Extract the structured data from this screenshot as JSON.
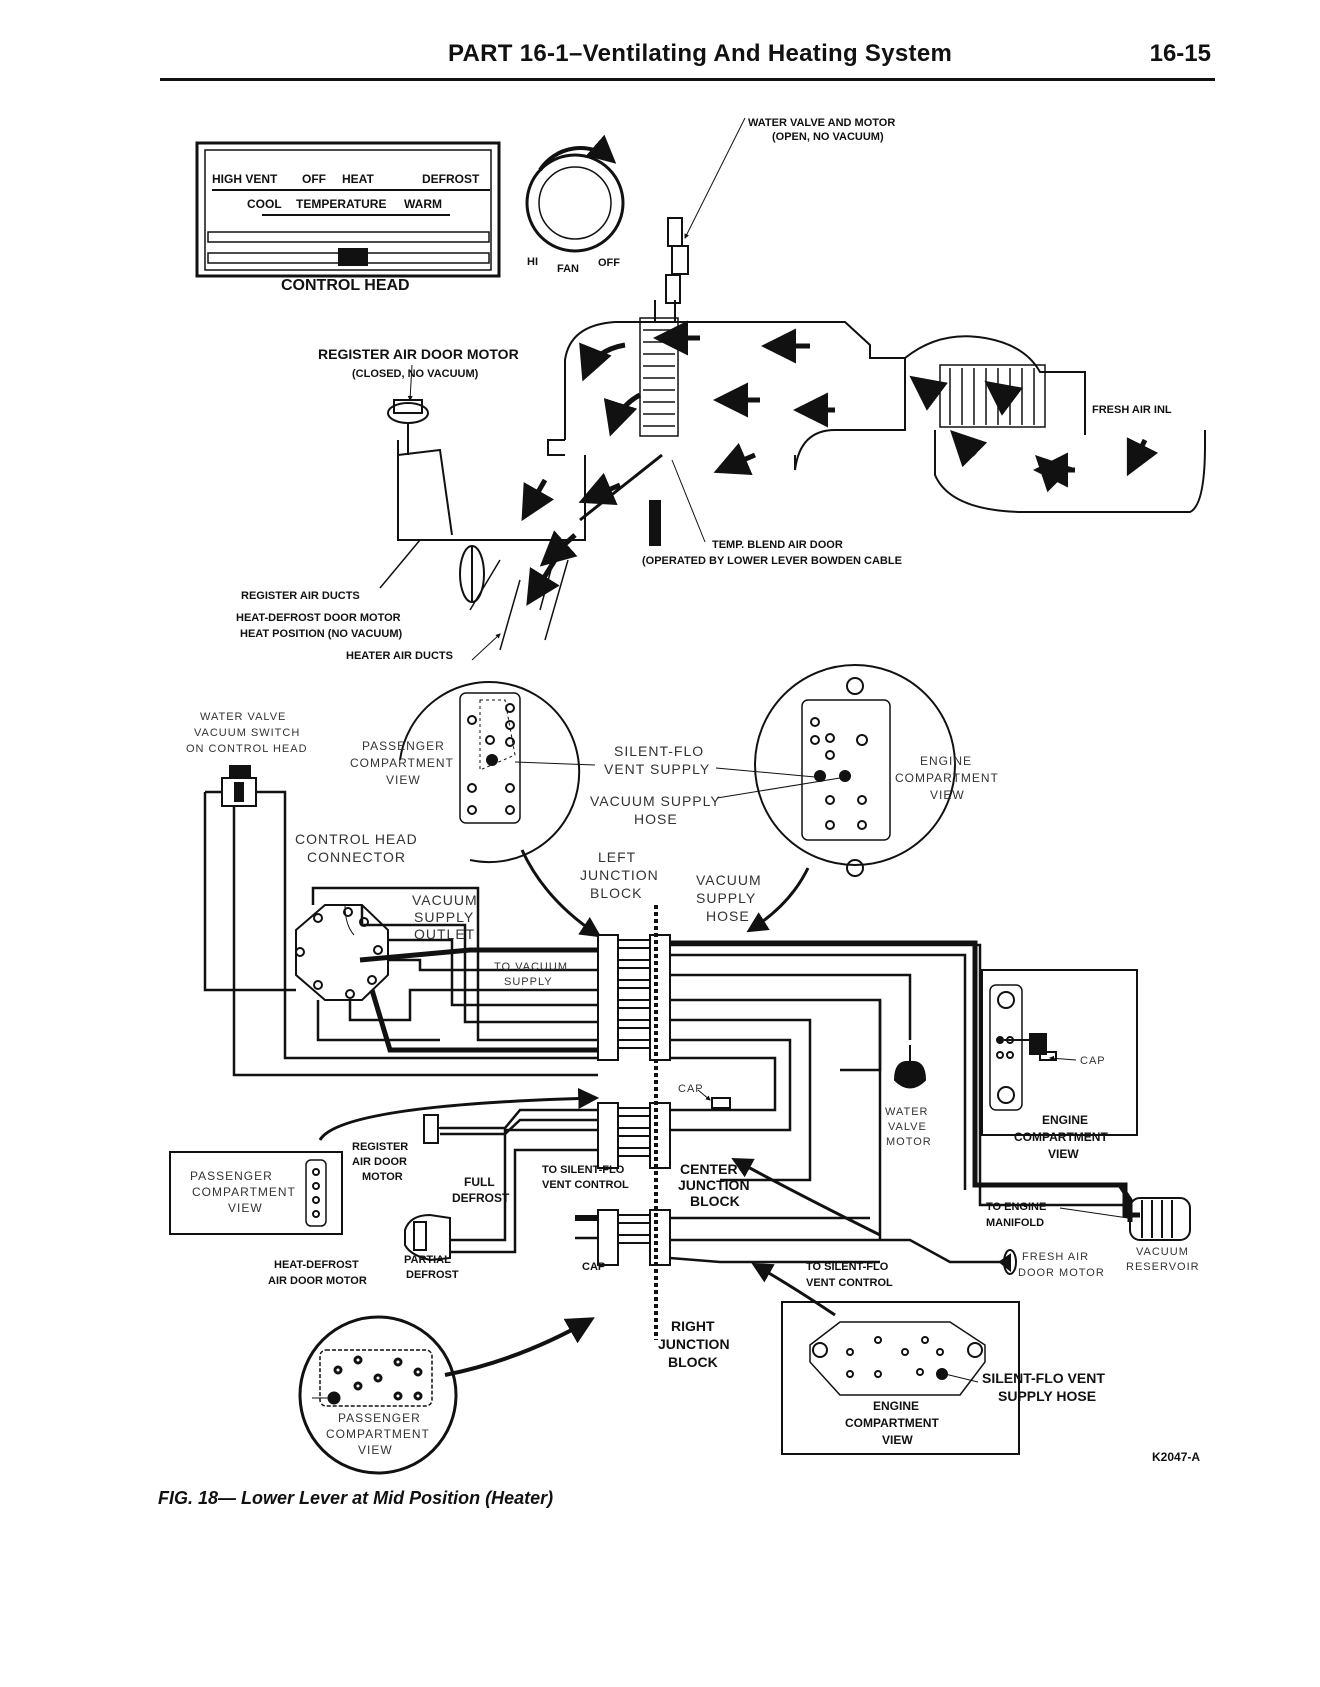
{
  "header": {
    "title": "PART 16-1–Ventilating And Heating System",
    "page_number": "16-15"
  },
  "control_head": {
    "top_row": [
      "HIGH VENT",
      "OFF",
      "HEAT",
      "DEFROST"
    ],
    "bottom_row": [
      "COOL",
      "TEMPERATURE",
      "WARM"
    ],
    "label": "CONTROL HEAD",
    "fan_labels": [
      "HI",
      "FAN",
      "OFF"
    ]
  },
  "upper_labels": {
    "water_valve_motor": "WATER VALVE AND MOTOR",
    "water_valve_motor_state": "(OPEN, NO VACUUM)",
    "register_air_door_motor": "REGISTER AIR DOOR MOTOR",
    "register_air_door_state": "(CLOSED, NO VACUUM)",
    "fresh_air_inlet": "FRESH AIR INL",
    "temp_blend_door": "TEMP. BLEND AIR DOOR",
    "temp_blend_door_note": "(OPERATED BY LOWER LEVER BOWDEN CABLE",
    "register_air_ducts": "REGISTER AIR DUCTS",
    "heat_defrost_door_motor": "HEAT-DEFROST DOOR MOTOR",
    "heat_position": "HEAT POSITION (NO VACUUM)",
    "heater_air_ducts": "HEATER AIR DUCTS"
  },
  "lower_labels": {
    "water_valve_vacuum_switch": [
      "WATER VALVE",
      "VACUUM SWITCH",
      "ON CONTROL HEAD"
    ],
    "passenger_compartment_view": [
      "PASSENGER",
      "COMPARTMENT",
      "VIEW"
    ],
    "silent_flo_vent_supply": [
      "SILENT-FLO",
      "VENT SUPPLY"
    ],
    "vacuum_supply_hose": [
      "VACUUM SUPPLY",
      "HOSE"
    ],
    "engine_compartment_view": [
      "ENGINE",
      "COMPARTMENT",
      "VIEW"
    ],
    "control_head_connector": [
      "CONTROL HEAD",
      "CONNECTOR"
    ],
    "left_junction_block": [
      "LEFT",
      "JUNCTION",
      "BLOCK"
    ],
    "vacuum_supply_hose_2": [
      "VACUUM",
      "SUPPLY",
      "HOSE"
    ],
    "vacuum_supply_outlet": [
      "VACUUM",
      "SUPPLY",
      "OUTLET"
    ],
    "to_vacuum_supply": [
      "TO VACUUM",
      "SUPPLY"
    ],
    "cap": "CAP",
    "water_valve_motor": [
      "WATER",
      "VALVE",
      "MOTOR"
    ],
    "register_air_door_motor": [
      "REGISTER",
      "AIR DOOR",
      "MOTOR"
    ],
    "full_defrost": [
      "FULL",
      "DEFROST"
    ],
    "to_silent_flo_vent_control": [
      "TO SILENT-FLO",
      "VENT CONTROL"
    ],
    "center_junction_block": [
      "CENTER",
      "JUNCTION",
      "BLOCK"
    ],
    "to_engine_manifold": [
      "TO ENGINE",
      "MANIFOLD"
    ],
    "vacuum_reservoir": [
      "VACUUM",
      "RESERVOIR"
    ],
    "heat_defrost_air_door_motor": [
      "HEAT-DEFROST",
      "AIR DOOR MOTOR"
    ],
    "partial_defrost": [
      "PARTIAL",
      "DEFROST"
    ],
    "fresh_air_door_motor": [
      "FRESH AIR",
      "DOOR MOTOR"
    ],
    "to_silent_flo_vent_control_2": [
      "TO SILENT-FLO",
      "VENT CONTROL"
    ],
    "right_junction_block": [
      "RIGHT",
      "JUNCTION",
      "BLOCK"
    ],
    "silent_flo_vent_supply_hose": [
      "SILENT-FLO VENT",
      "SUPPLY HOSE"
    ]
  },
  "figure": {
    "code": "K2047-A",
    "caption_prefix": "FIG. 18",
    "caption_text": "— Lower Lever at Mid Position (Heater)"
  }
}
